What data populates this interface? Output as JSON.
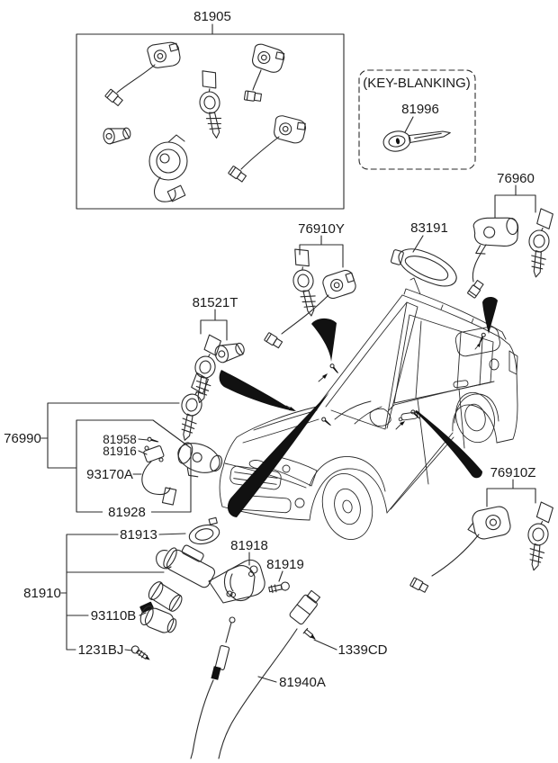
{
  "colors": {
    "ink": "#1a1a1a",
    "background": "#ffffff",
    "arrow_fill": "#000000"
  },
  "diagram": {
    "key_set_box": {
      "label": "81905"
    },
    "key_blanking_box": {
      "title": "(KEY-BLANKING)",
      "blank_key_label": "81996"
    },
    "tailgate_lock_assembly": {
      "label": "76960"
    },
    "door_lock_assembly_y": {
      "label": "76910Y"
    },
    "tailgate_handle": {
      "label": "83191"
    },
    "glovebox_lock_set": {
      "label": "81521T"
    },
    "key_lock_set_group": {
      "label": "76990",
      "screw": "81958",
      "immobilizer_antenna": "81916",
      "antenna_coil": "93170A",
      "lock_subset": "81928"
    },
    "ignition_lock_group": {
      "label": "81910",
      "cap": "81913",
      "bracket": "81918",
      "bolt": "81919",
      "ignition_switch": "93110B",
      "mount_bolt": "1231BJ"
    },
    "tapping_screw": {
      "label": "1339CD"
    },
    "key_interlock_cable": {
      "label": "81940A"
    },
    "door_lock_assembly_z": {
      "label": "76910Z"
    }
  }
}
